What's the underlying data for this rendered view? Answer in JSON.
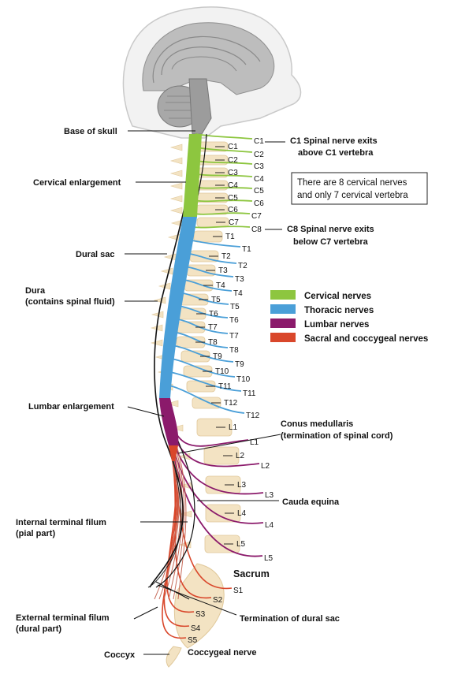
{
  "left_labels": {
    "base_of_skull": "Base of skull",
    "cervical_enlargement": "Cervical enlargement",
    "dural_sac": "Dural sac",
    "dura_line1": "Dura",
    "dura_line2": "(contains spinal fluid)",
    "lumbar_enlargement": "Lumbar enlargement",
    "internal_filum_line1": "Internal terminal filum",
    "internal_filum_line2": "(pial part)",
    "external_filum_line1": "External terminal filum",
    "external_filum_line2": "(dural part)",
    "coccyx": "Coccyx"
  },
  "right_labels": {
    "c1_exit_line1": "C1 Spinal nerve exits",
    "c1_exit_line2": "above C1 vertebra",
    "c8_exit_line1": "C8 Spinal nerve exits",
    "c8_exit_line2": "below C7 vertebra",
    "conus_line1": "Conus medullaris",
    "conus_line2": "(termination of spinal cord)",
    "cauda_equina": "Cauda equina",
    "sacrum": "Sacrum",
    "termination_dural_sac": "Termination of dural sac",
    "coccygeal_nerve": "Coccygeal nerve"
  },
  "note": {
    "line1": "There are 8 cervical nerves",
    "line2": "and only 7 cervical vertebra"
  },
  "legend": [
    {
      "label": "Cervical nerves",
      "color": "#8dc63f"
    },
    {
      "label": "Thoracic nerves",
      "color": "#4a9fd8"
    },
    {
      "label": "Lumbar nerves",
      "color": "#8b1a6b"
    },
    {
      "label": "Sacral and coccygeal nerves",
      "color": "#d9472b"
    }
  ],
  "nerve_labels": [
    "C1",
    "C2",
    "C3",
    "C4",
    "C5",
    "C6",
    "C7",
    "C8",
    "T1",
    "T2",
    "T3",
    "T4",
    "T5",
    "T6",
    "T7",
    "T8",
    "T9",
    "T10",
    "T11",
    "T12",
    "L1",
    "L2",
    "L3",
    "L4",
    "L5",
    "S1",
    "S2",
    "S3",
    "S4",
    "S5"
  ],
  "vertebra_labels": [
    "C1",
    "C2",
    "C3",
    "C4",
    "C5",
    "C6",
    "C7",
    "T1",
    "T2",
    "T3",
    "T4",
    "T5",
    "T6",
    "T7",
    "T8",
    "T9",
    "T10",
    "T11",
    "T12",
    "L1",
    "L2",
    "L3",
    "L4",
    "L5"
  ],
  "colors": {
    "cervical": "#8dc63f",
    "thoracic": "#4a9fd8",
    "lumbar": "#8b1a6b",
    "sacral": "#d9472b",
    "bone": "#f3e3c3",
    "bone_edge": "#e0c89a"
  }
}
